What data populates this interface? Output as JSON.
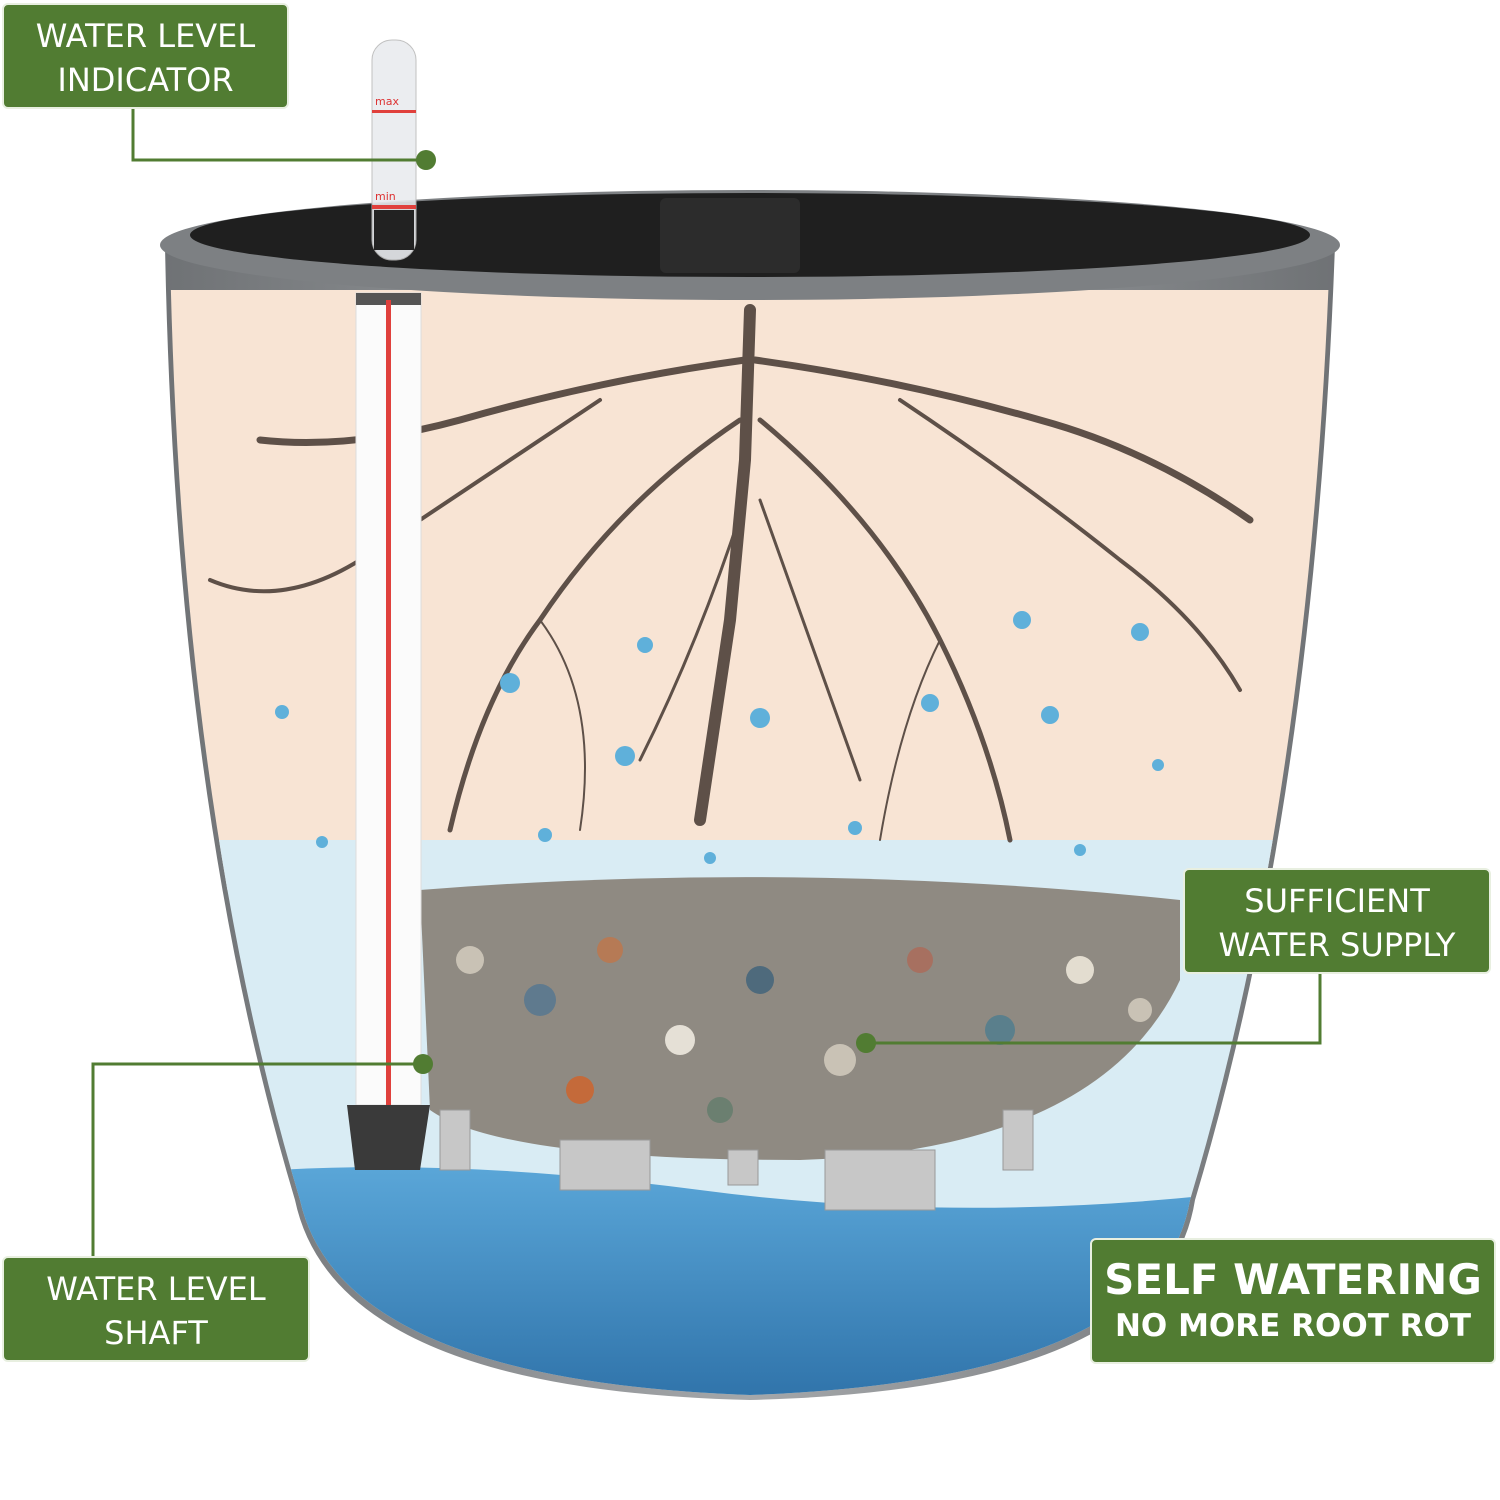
{
  "labels": {
    "indicator": [
      "WATER LEVEL",
      "INDICATOR"
    ],
    "supply": [
      "SUFFICIENT",
      "WATER SUPPLY"
    ],
    "shaft": [
      "WATER LEVEL",
      "SHAFT"
    ],
    "self_watering": {
      "title": "SELF WATERING",
      "subtitle": "NO MORE ROOT ROT"
    }
  },
  "indicator_marks": {
    "max": "max",
    "min": "min"
  },
  "colors": {
    "label_green": "#517c32",
    "soil": "#f7e3d3",
    "water": "#3f8fc6",
    "root": "#5e5048",
    "pot": "#8a8d90"
  }
}
